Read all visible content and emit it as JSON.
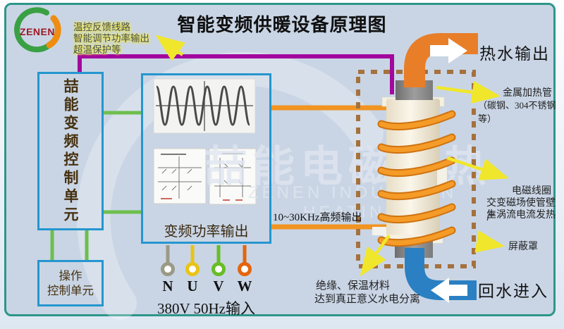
{
  "title": "智能变频供暖设备原理图",
  "logo": {
    "text": "ZENEN"
  },
  "feedback_note": {
    "line1": "温控反馈线路",
    "line2": "智能调节功率输出",
    "line3": "超温保护等"
  },
  "controller_box": {
    "label": "喆能变频控制单元"
  },
  "operation_box": {
    "line1": "操作",
    "line2": "控制单元"
  },
  "inverter_box": {
    "label": "变频功率输出"
  },
  "power_input": {
    "terminals": [
      {
        "name": "N",
        "color": "#9a9a85"
      },
      {
        "name": "U",
        "color": "#e9c316"
      },
      {
        "name": "V",
        "color": "#68bd24"
      },
      {
        "name": "W",
        "color": "#e4650f"
      }
    ],
    "label": "380V  50Hz输入"
  },
  "hf_output_label": "10~30KHz高频输出",
  "heater": {
    "hot_water_label": "热水输出",
    "return_water_label": "回水进入",
    "tube_label_line1": "金属加热管",
    "tube_label_line2": "（碳钢、304不锈钢等）",
    "coil_label_line1": "电磁线圈",
    "coil_label_line2": "交变磁场使管壁产",
    "coil_label_line3": "生涡流电流发热",
    "shield_label": "屏蔽罩",
    "insulation_label_line1": "绝缘、保温材料",
    "insulation_label_line2": "达到真正意义水电分离"
  },
  "watermark": {
    "cn": "喆能电磁加热",
    "en": "ZENEN INDUCTION HEATING"
  },
  "colors": {
    "frame": "#2e968a",
    "background": "#c9d5e5",
    "box_border": "#2596cf",
    "signal_green": "#6dbf4d",
    "feedback_magenta": "#a3079d",
    "power_orange": "#f19421",
    "hot_pipe": "#e87e28",
    "cold_pipe": "#2a80c2",
    "shield_dash": "#a5713c",
    "arrow_yellow": "#f0e72c"
  }
}
